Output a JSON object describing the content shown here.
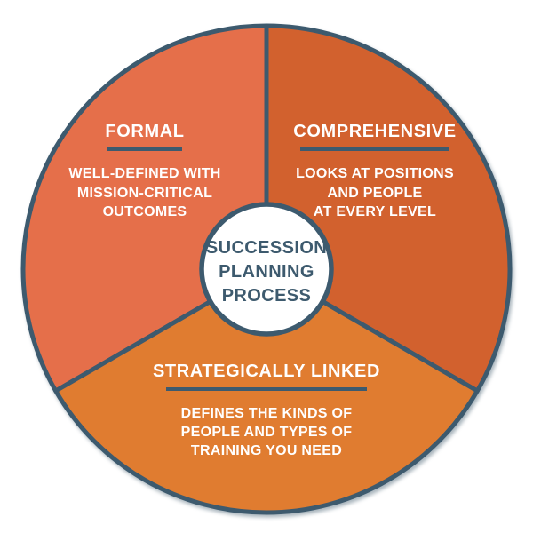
{
  "diagram": {
    "center": {
      "label": "SUCCESSION\nPLANNING\nPROCESS"
    },
    "segments": [
      {
        "id": "formal",
        "label": "FORMAL",
        "description": "WELL-DEFINED WITH\nMISSION-CRITICAL\nOUTCOMES",
        "color": "#e56f4a"
      },
      {
        "id": "comprehensive",
        "label": "COMPREHENSIVE",
        "description": "LOOKS AT POSITIONS\nAND PEOPLE\nAT EVERY LEVEL",
        "color": "#d2612e"
      },
      {
        "id": "strategically-linked",
        "label": "STRATEGICALLY LINKED",
        "description": "DEFINES THE KINDS OF\nPEOPLE AND TYPES OF\nTRAINING YOU NEED",
        "color": "#e07c30"
      }
    ],
    "colors": {
      "outline": "#3d5a6e",
      "center_background": "#ffffff",
      "text_on_segments": "#ffffff",
      "center_text": "#3d5a6e",
      "page_background": "#ffffff"
    }
  }
}
